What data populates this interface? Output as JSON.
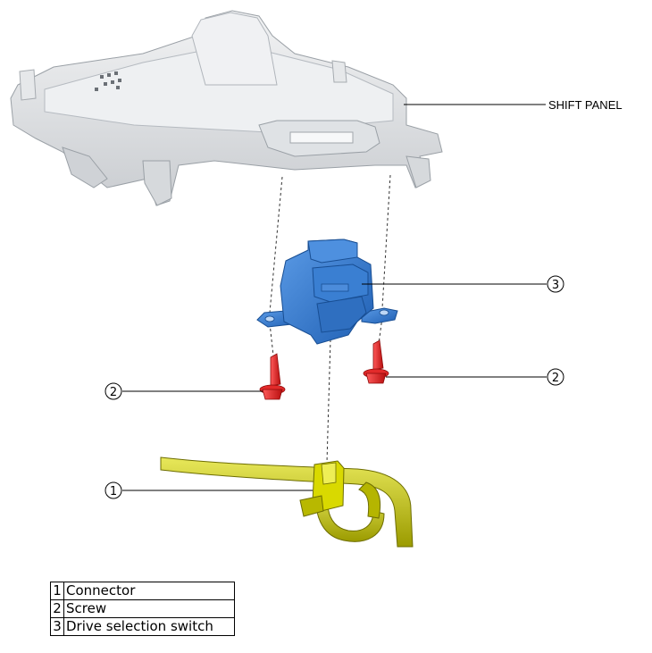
{
  "diagram": {
    "shift_panel_label": "SHIFT PANEL",
    "callouts": [
      {
        "id": "callout-3",
        "number": "3"
      },
      {
        "id": "callout-2-left",
        "number": "2"
      },
      {
        "id": "callout-2-right",
        "number": "2"
      },
      {
        "id": "callout-1",
        "number": "1"
      }
    ],
    "colors": {
      "shift_panel": "#e3e5e7",
      "drive_selection_switch": "#2f74c9",
      "screw": "#e02020",
      "harness": "#c8c800"
    }
  },
  "legend": [
    {
      "number": "1",
      "label": "Connector"
    },
    {
      "number": "2",
      "label": "Screw"
    },
    {
      "number": "3",
      "label": "Drive selection switch"
    }
  ]
}
